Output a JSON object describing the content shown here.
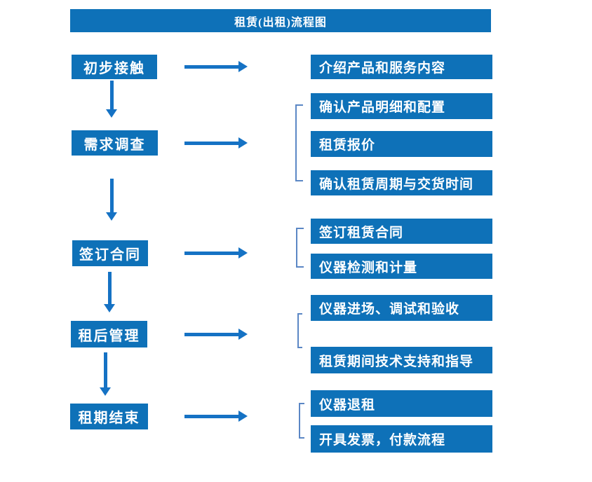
{
  "title": "租赁(出租)流程图",
  "colors": {
    "box_blue": "#0E71B8",
    "arrow_blue": "#1572C4",
    "bracket_blue": "#5B87C5",
    "text_white": "#FFFFFF",
    "background": "#FFFFFF"
  },
  "steps": [
    {
      "label": "初步接触",
      "outputs": [
        "介绍产品和服务内容"
      ]
    },
    {
      "label": "需求调查",
      "outputs": [
        "确认产品明细和配置",
        "租赁报价",
        "确认租赁周期与交货时间"
      ]
    },
    {
      "label": "签订合同",
      "outputs": [
        "签订租赁合同",
        "仪器检测和计量"
      ]
    },
    {
      "label": "租后管理",
      "outputs": [
        "仪器进场、调试和验收",
        "租赁期间技术支持和指导"
      ]
    },
    {
      "label": "租期结束",
      "outputs": [
        "仪器退租",
        "开具发票，付款流程"
      ]
    }
  ]
}
